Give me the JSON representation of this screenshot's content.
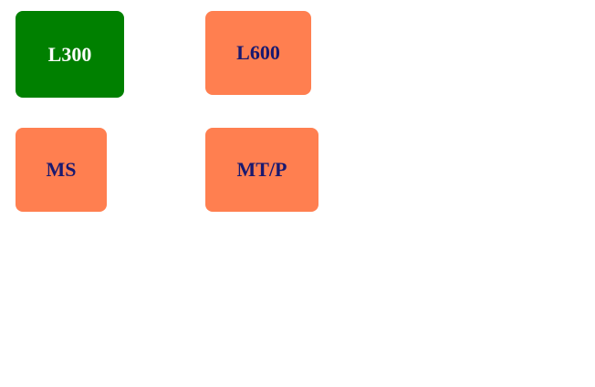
{
  "tiles": [
    {
      "label": "L300",
      "state": "selected",
      "color": "#008000",
      "text_color": "#ffffff"
    },
    {
      "label": "L600",
      "state": "normal",
      "color": "#ff7f50",
      "text_color": "#191970"
    },
    {
      "label": "MS",
      "state": "normal",
      "color": "#ff7f50",
      "text_color": "#191970"
    },
    {
      "label": "MT/P",
      "state": "normal",
      "color": "#ff7f50",
      "text_color": "#191970"
    }
  ]
}
